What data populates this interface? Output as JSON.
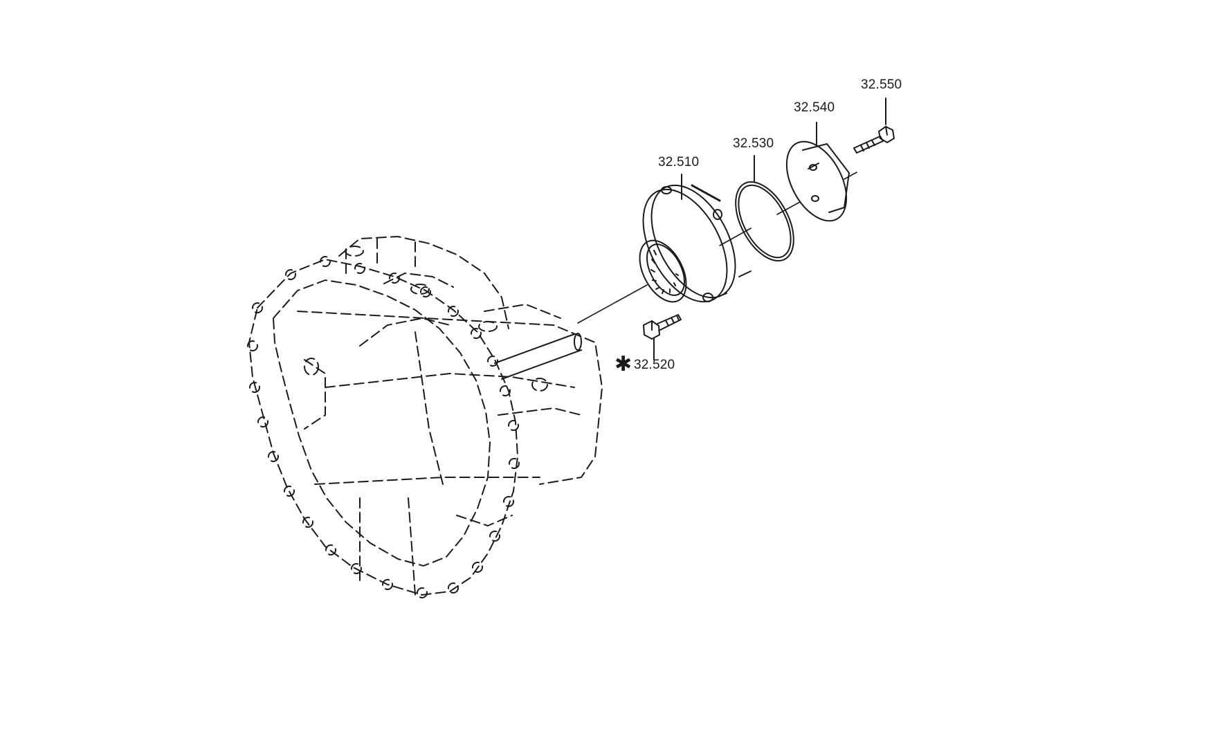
{
  "diagram": {
    "part_labels": {
      "p510": "32.510",
      "p520": "32.520",
      "p530": "32.530",
      "p540": "32.540",
      "p550": "32.550"
    },
    "marker_520": "✱",
    "colors": {
      "line": "#1a1a1a",
      "background": "#ffffff"
    }
  }
}
